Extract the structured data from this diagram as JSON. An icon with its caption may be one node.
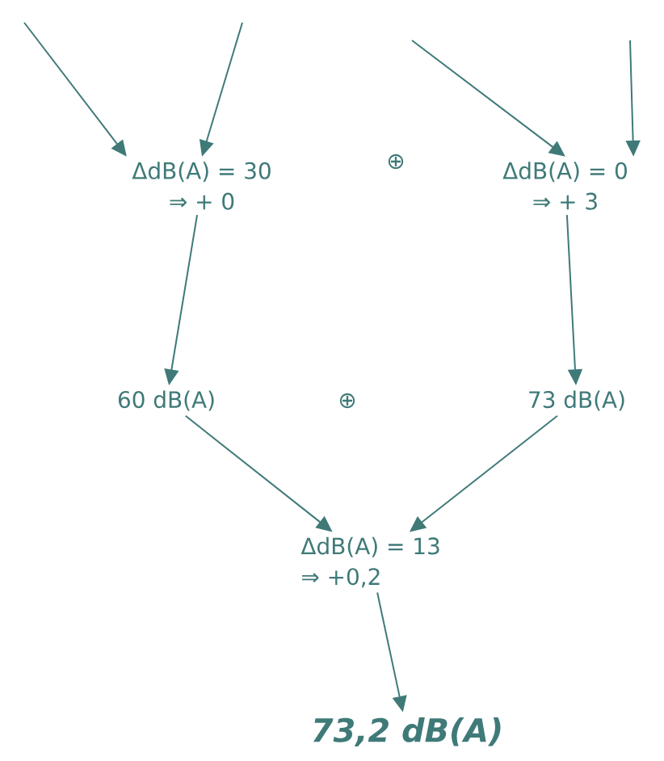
{
  "diagram": {
    "nodes": [
      {
        "text": [
          "ΔdB(A) = 30",
          "⇒ + 0"
        ]
      },
      {
        "text": [
          "ΔdB(A) = 0",
          "⇒ + 3"
        ]
      },
      {
        "text": [
          "60 dB(A)"
        ]
      },
      {
        "text": [
          "73 dB(A)"
        ]
      },
      {
        "text": [
          "ΔdB(A) = 13",
          "⇒ +0,2"
        ]
      },
      {
        "text": [
          "73,2 dB(A)"
        ]
      }
    ],
    "edges": [
      {
        "from": null,
        "to": 0,
        "arrow": "to"
      },
      {
        "from": null,
        "to": 0,
        "arrow": "to"
      },
      {
        "from": null,
        "to": 1,
        "arrow": "to"
      },
      {
        "from": null,
        "to": 1,
        "arrow": "to"
      },
      {
        "from": 0,
        "to": 2,
        "arrow": "to"
      },
      {
        "from": 1,
        "to": 3,
        "arrow": "to"
      },
      {
        "from": 2,
        "to": 4,
        "arrow": "to"
      },
      {
        "from": 3,
        "to": 4,
        "arrow": "to"
      },
      {
        "from": 4,
        "to": 5,
        "arrow": "to"
      }
    ],
    "labels": [
      "⊕",
      "⊕"
    ]
  }
}
